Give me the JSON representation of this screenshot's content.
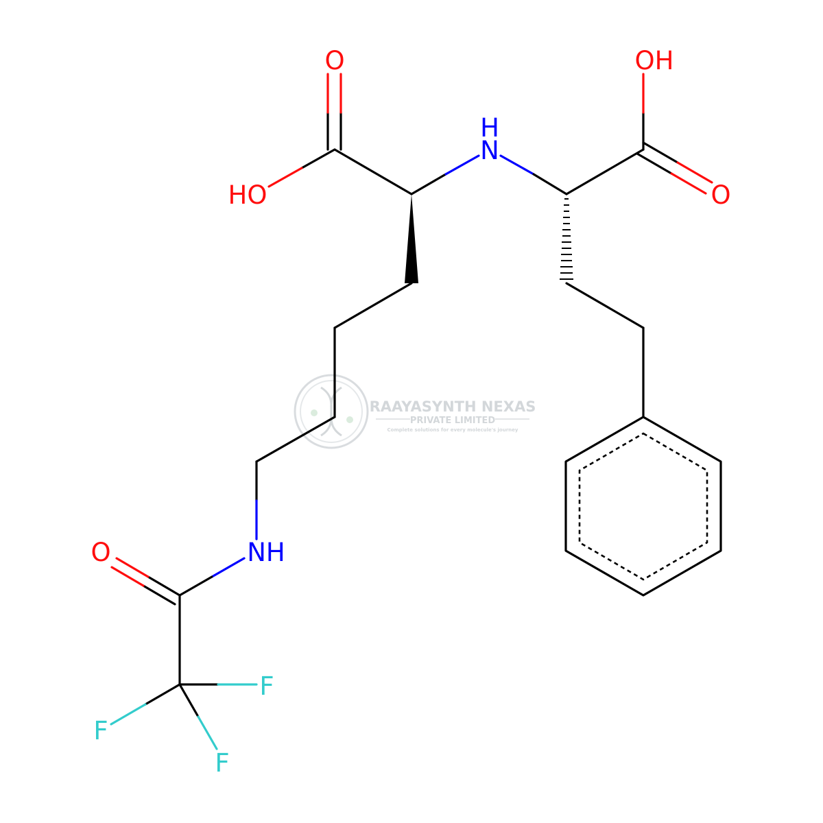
{
  "colors": {
    "bond": "#000000",
    "oxygen": "#ff0d0d",
    "nitrogen": "#0000ff",
    "fluorine": "#33cccc",
    "watermark": "#cfd3d6"
  },
  "atoms": {
    "o_top_left": "O",
    "ho_left": "HO",
    "nh_center_h": "H",
    "nh_center_n": "N",
    "oh_top_right": "OH",
    "o_right": "O",
    "o_amide": "O",
    "nh_amide": "NH",
    "f_right": "F",
    "f_left": "F",
    "f_bottom": "F"
  },
  "watermark": {
    "company": "RAAYASYNTH NEXAS",
    "subtitle": "PRIVATE LIMITED",
    "tagline": "Complete solutions for every molecule's journey"
  }
}
